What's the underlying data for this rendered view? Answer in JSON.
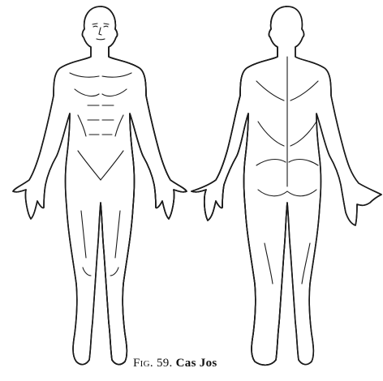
{
  "figure": {
    "caption_prefix": "Fig. 59.",
    "caption_name": "Cas Jos",
    "views": [
      "anterior",
      "posterior"
    ],
    "shading": "hatched-halves"
  },
  "colors": {
    "ink": "#1a1a1a",
    "paper": "#ffffff"
  }
}
